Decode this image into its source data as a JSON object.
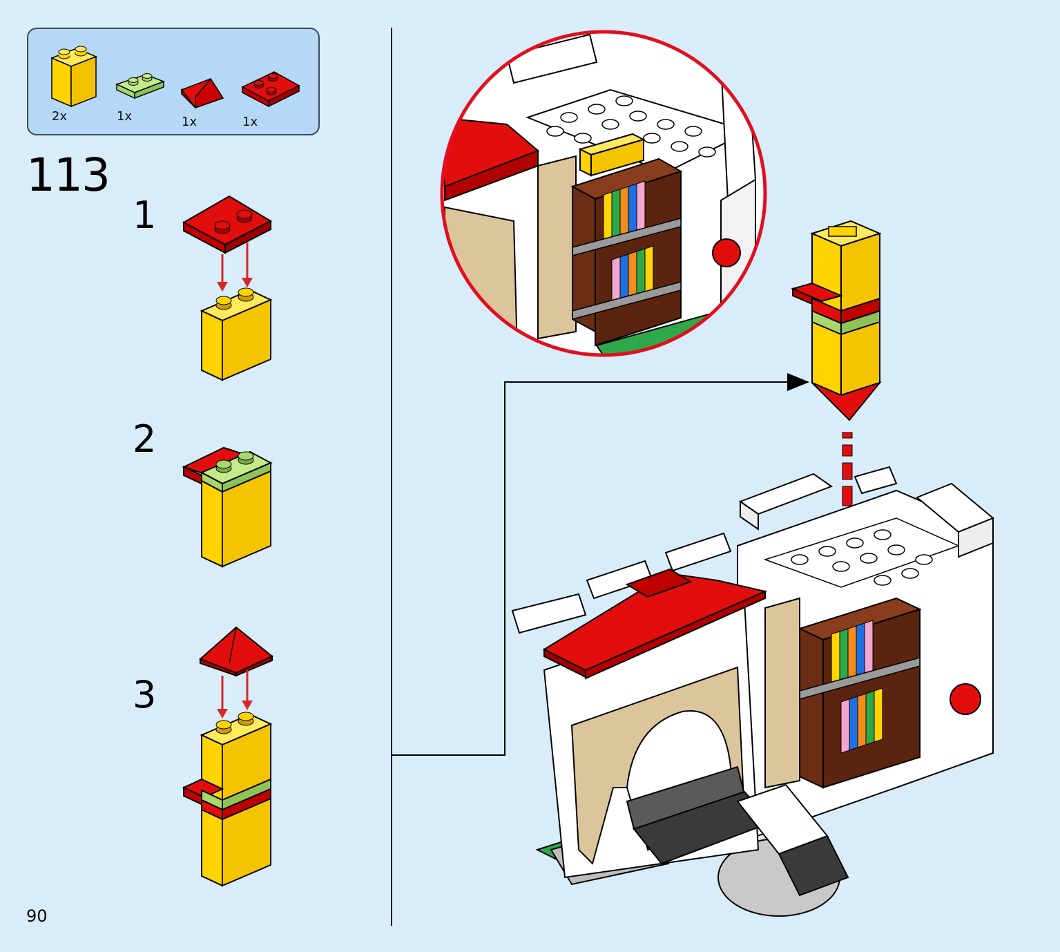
{
  "parts_list": {
    "items": [
      {
        "name": "yellow-brick-1x2x2-icon",
        "color": "#ffd400",
        "quantity": "2x"
      },
      {
        "name": "lime-plate-1x2-icon",
        "color": "#a7d86b",
        "quantity": "1x"
      },
      {
        "name": "red-slope-icon",
        "color": "#e20e0e",
        "quantity": "1x"
      },
      {
        "name": "red-plate-2x2-icon",
        "color": "#e20e0e",
        "quantity": "1x"
      }
    ]
  },
  "step": {
    "number": "113"
  },
  "substeps": [
    {
      "label": "1"
    },
    {
      "label": "2"
    },
    {
      "label": "3"
    }
  ],
  "page": {
    "number": "90"
  },
  "colors": {
    "background": "#d8ecfa",
    "parts_panel": "#b4d8f5",
    "yellow": "#ffd400",
    "red": "#e20e0e",
    "lime": "#a7d86b",
    "brown": "#6b2e14",
    "tan": "#dcc59a",
    "callout_ring": "#e0101f"
  }
}
